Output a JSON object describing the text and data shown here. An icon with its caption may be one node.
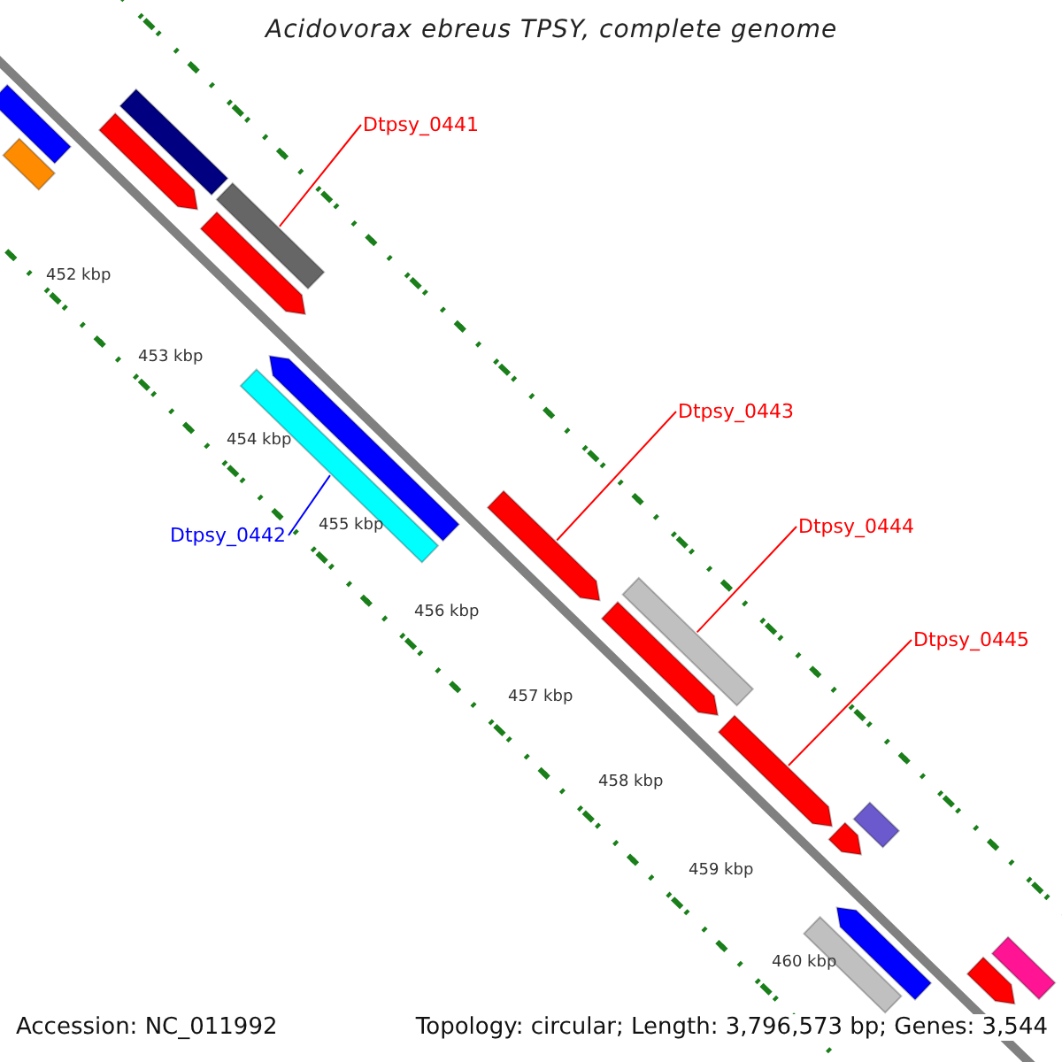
{
  "diagram": {
    "title": "Acidovorax ebreus TPSY, complete genome",
    "nodes": [
      {
        "text": [
          "Dtpsy_0441"
        ]
      },
      {
        "text": [
          "Dtpsy_0442"
        ]
      },
      {
        "text": [
          "Dtpsy_0443"
        ]
      },
      {
        "text": [
          "Dtpsy_0444"
        ]
      },
      {
        "text": [
          "Dtpsy_0445"
        ]
      },
      {
        "text": [],
        "shape": "bar"
      },
      {
        "text": [],
        "shape": "bar"
      },
      {
        "text": [],
        "shape": "bar"
      },
      {
        "text": [],
        "shape": "arrow"
      },
      {
        "text": [],
        "shape": "bar"
      },
      {
        "text": [],
        "shape": "arrow"
      },
      {
        "text": [],
        "shape": "bar"
      },
      {
        "text": [],
        "shape": "arrow"
      },
      {
        "text": [],
        "shape": "arrow"
      },
      {
        "text": [],
        "shape": "bar"
      },
      {
        "text": [],
        "shape": "arrow"
      },
      {
        "text": [],
        "shape": "arrow"
      },
      {
        "text": [],
        "shape": "arrow"
      },
      {
        "text": [],
        "shape": "bar"
      },
      {
        "text": [],
        "shape": "bar"
      },
      {
        "text": [],
        "shape": "arrow"
      },
      {
        "text": [],
        "shape": "arrow"
      },
      {
        "text": [],
        "shape": "bar"
      }
    ],
    "edges": [
      {
        "from": 0,
        "to": 9,
        "arrow": "none"
      },
      {
        "from": 1,
        "to": 11,
        "arrow": "none",
        "color": "#0000ff"
      },
      {
        "from": 2,
        "to": 13,
        "arrow": "none"
      },
      {
        "from": 3,
        "to": 14,
        "arrow": "none"
      },
      {
        "from": 4,
        "to": 16,
        "arrow": "none"
      }
    ],
    "labels": [
      "452 kbp",
      "453 kbp",
      "454 kbp",
      "455 kbp",
      "456 kbp",
      "457 kbp",
      "458 kbp",
      "459 kbp",
      "460 kbp",
      "Accession: NC_011992",
      "Topology: circular; Length: 3,796,573 bp; Genes: 3,544"
    ]
  }
}
